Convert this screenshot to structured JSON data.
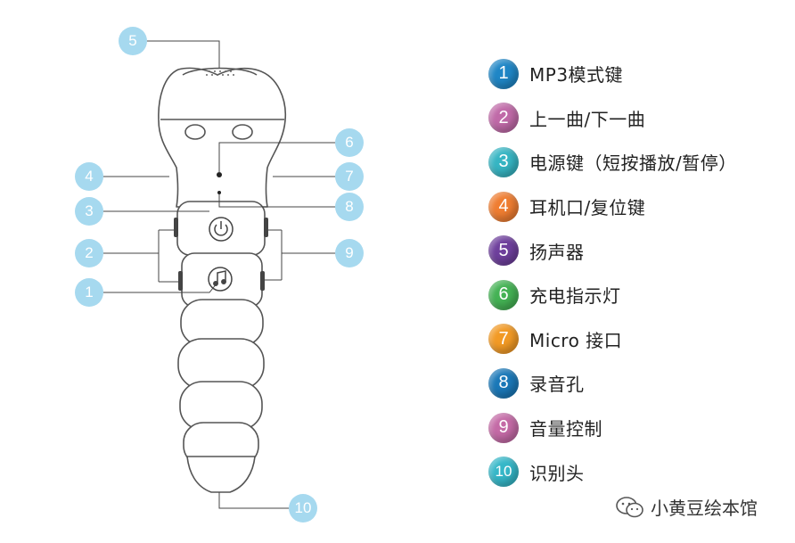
{
  "colors": {
    "callout_bg": "#a6d9ef",
    "outline": "#555555",
    "leader": "#444444"
  },
  "callouts": [
    "5",
    "6",
    "7",
    "8",
    "4",
    "3",
    "2",
    "9",
    "1",
    "10"
  ],
  "legend": [
    {
      "num": "1",
      "label": "MP3模式键",
      "color": "#1f86c6"
    },
    {
      "num": "2",
      "label": "上一曲/下一曲",
      "color": "#c06aa8"
    },
    {
      "num": "3",
      "label": "电源键（短按播放/暂停）",
      "color": "#36b5c3"
    },
    {
      "num": "4",
      "label": "耳机口/复位键",
      "color": "#ef7d31"
    },
    {
      "num": "5",
      "label": "扬声器",
      "color": "#6e3f9c"
    },
    {
      "num": "6",
      "label": "充电指示灯",
      "color": "#44b254"
    },
    {
      "num": "7",
      "label": "Micro 接口",
      "color": "#f29a25"
    },
    {
      "num": "8",
      "label": "录音孔",
      "color": "#1a78b8"
    },
    {
      "num": "9",
      "label": "音量控制",
      "color": "#c46aa6"
    },
    {
      "num": "10",
      "label": "识别头",
      "color": "#35b7c8"
    }
  ],
  "icons": {
    "power": "power-icon",
    "music": "music-note-icon",
    "watermark": "wechat-icon"
  },
  "watermark": {
    "text": "小黄豆绘本馆"
  }
}
